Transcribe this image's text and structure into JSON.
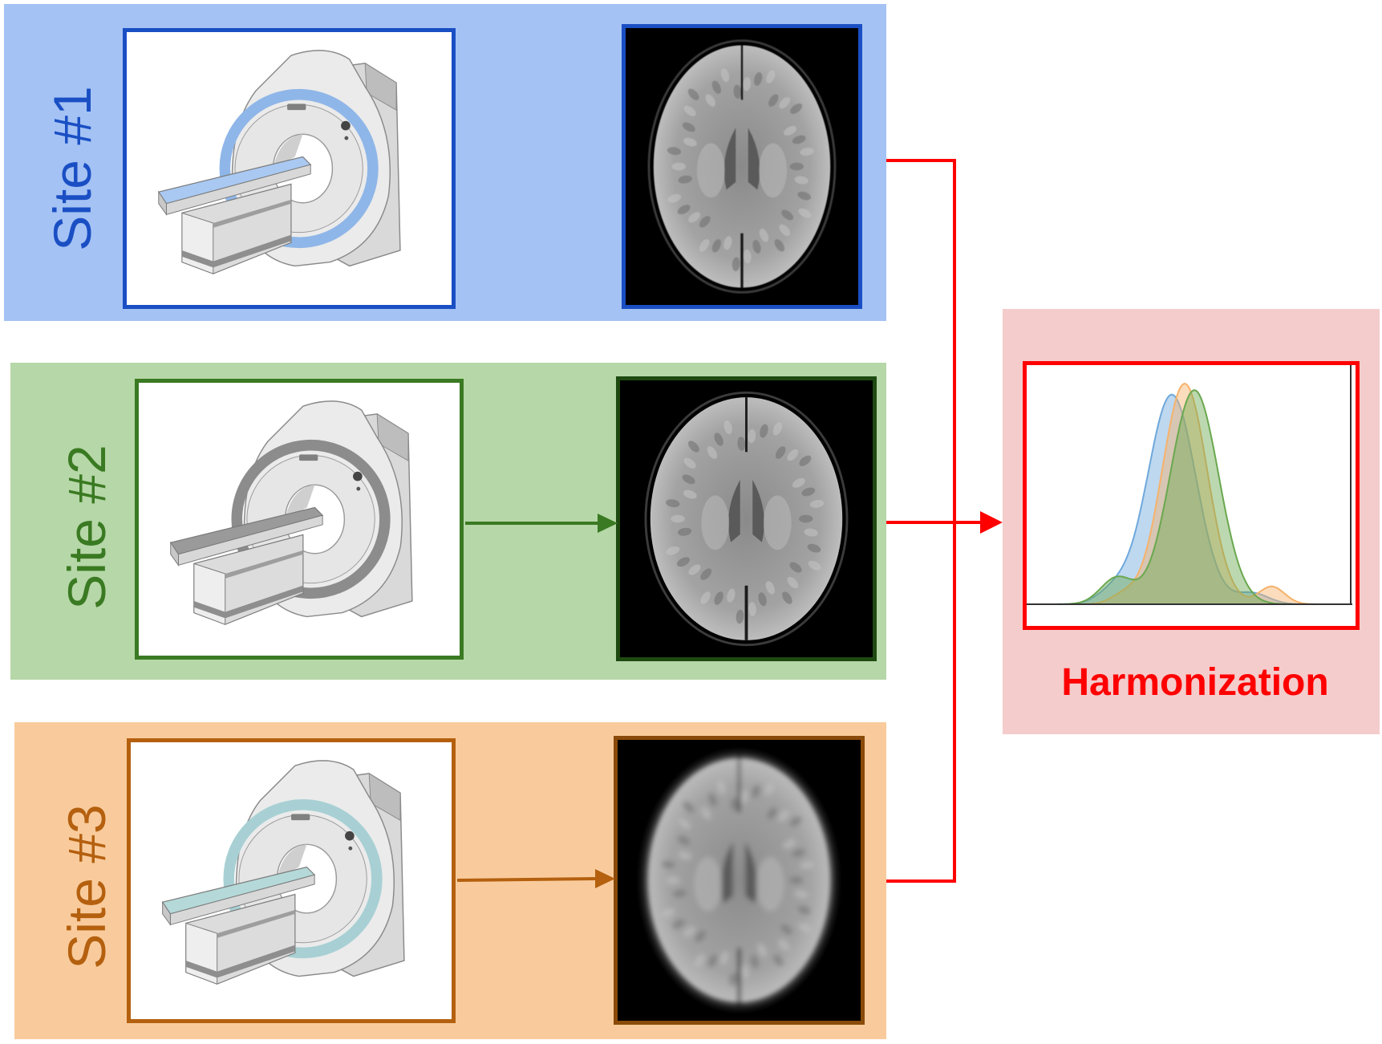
{
  "sites": [
    {
      "label": "Site #1",
      "color": "#1a4fc4",
      "panel_bg": "#a4c2f4",
      "bed_color": "#a9c9f2",
      "ring_color": "#8fb6e8"
    },
    {
      "label": "Site #2",
      "color": "#3a7a22",
      "panel_bg": "#b6d7a8",
      "bed_color": "#9a9a9a",
      "ring_color": "#8c8c8c"
    },
    {
      "label": "Site #3",
      "color": "#b4600f",
      "panel_bg": "#f9cb9c",
      "bed_color": "#b5d9d9",
      "ring_color": "#a8d0d4"
    }
  ],
  "harmonization": {
    "label": "Harmonization",
    "color": "#ff0000",
    "panel_bg": "#f4cccc",
    "curve_colors": [
      "#6fa8dc",
      "#f6b26b",
      "#6aa84f"
    ]
  }
}
